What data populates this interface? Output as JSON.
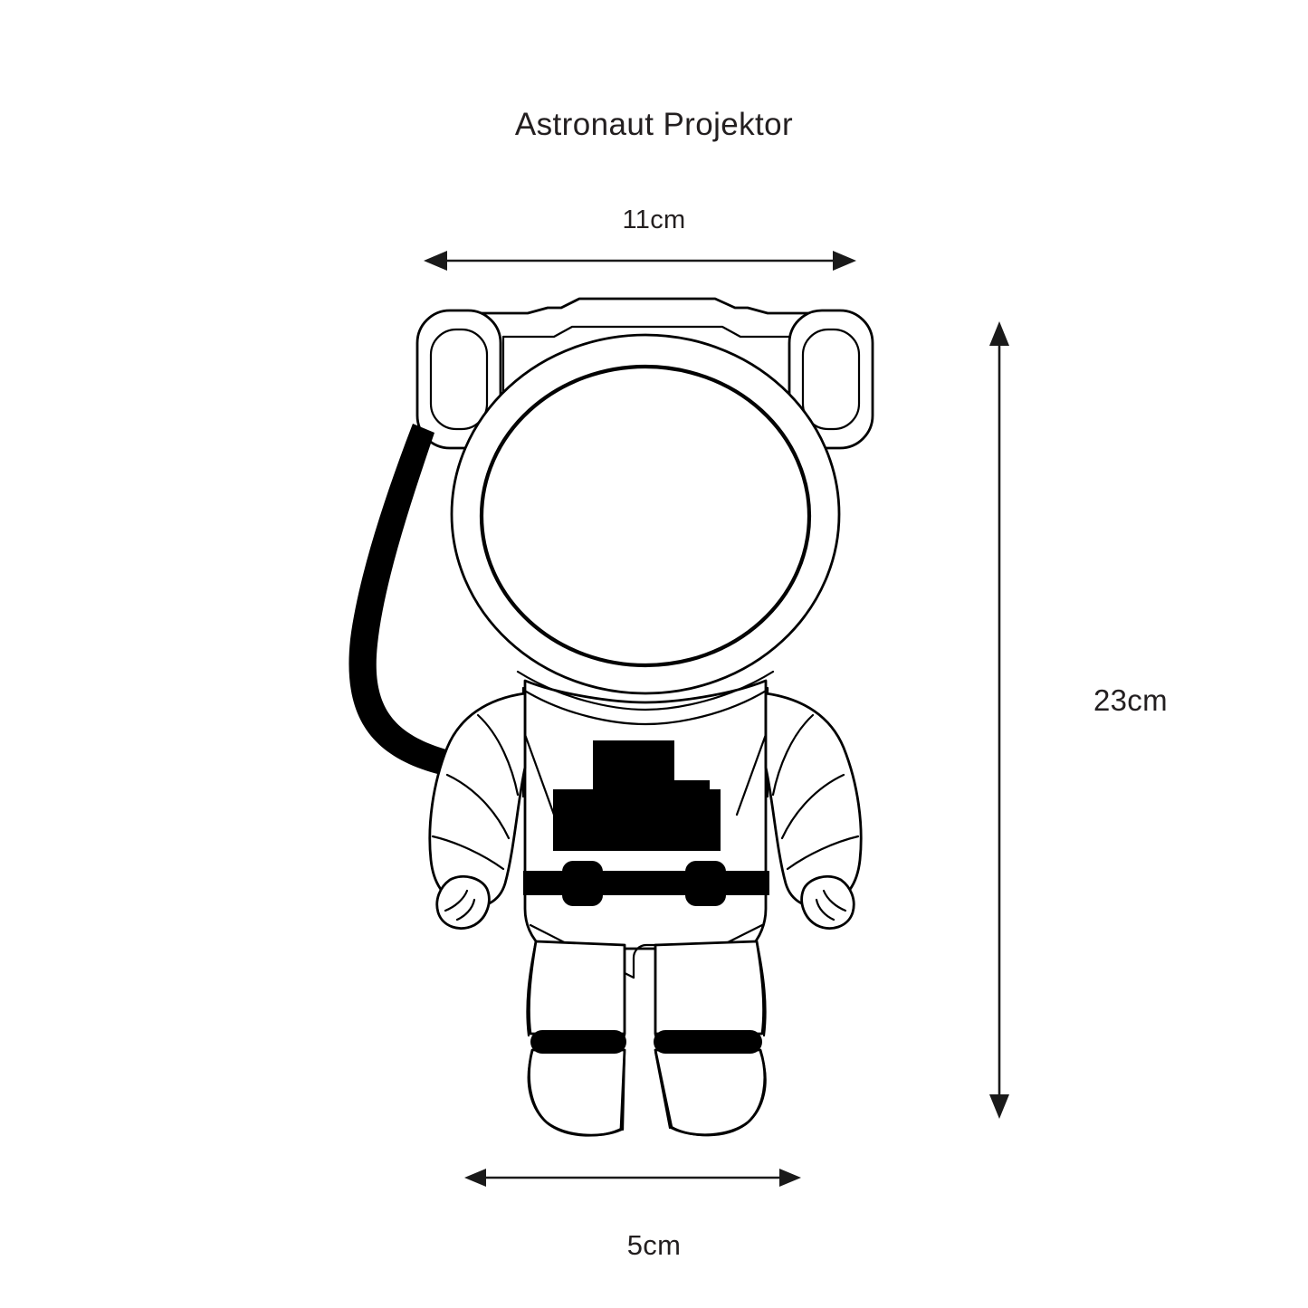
{
  "page": {
    "background_color": "#ffffff",
    "line_color": "#000000",
    "text_color": "#231f20",
    "title": "Astronaut Projektor"
  },
  "dimensions": {
    "width": {
      "label": "11cm",
      "axis": "horizontal",
      "position": "top"
    },
    "height": {
      "label": "23cm",
      "axis": "vertical",
      "position": "right"
    },
    "depth": {
      "label": "5cm",
      "axis": "horizontal",
      "position": "bottom"
    }
  },
  "product": {
    "name": "Astronaut Projektor",
    "illustration_style": "line-art-outline",
    "parts": [
      {
        "name": "backpack-panel",
        "fill": "none"
      },
      {
        "name": "left-ear-module",
        "fill": "none"
      },
      {
        "name": "right-ear-module",
        "fill": "none"
      },
      {
        "name": "helmet-ring",
        "fill": "none"
      },
      {
        "name": "helmet-visor",
        "fill": "none"
      },
      {
        "name": "oxygen-hose",
        "fill": "#000000"
      },
      {
        "name": "torso",
        "fill": "none"
      },
      {
        "name": "left-arm",
        "fill": "none"
      },
      {
        "name": "right-arm",
        "fill": "none"
      },
      {
        "name": "chest-control-panel",
        "fill": "#000000"
      },
      {
        "name": "utility-belt",
        "fill": "#000000"
      },
      {
        "name": "left-leg",
        "fill": "none"
      },
      {
        "name": "right-leg",
        "fill": "none"
      },
      {
        "name": "left-ankle-band",
        "fill": "#000000"
      },
      {
        "name": "right-ankle-band",
        "fill": "#000000"
      },
      {
        "name": "left-boot",
        "fill": "none"
      },
      {
        "name": "right-boot",
        "fill": "none"
      }
    ]
  }
}
